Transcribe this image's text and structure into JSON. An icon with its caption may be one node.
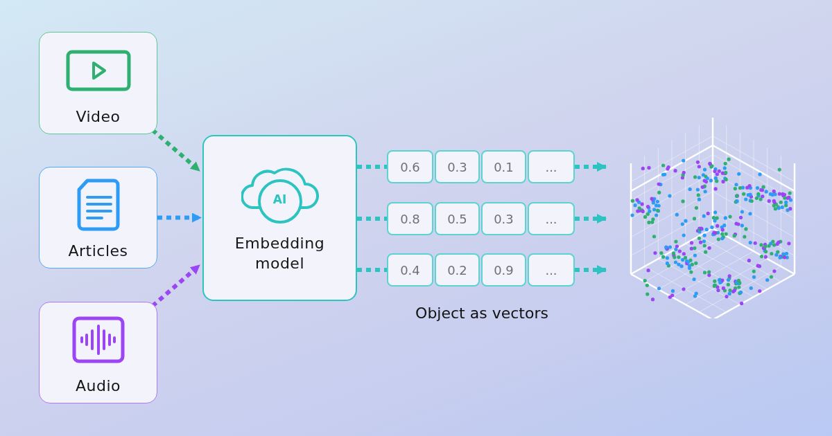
{
  "diagram": {
    "nodes": [
      {
        "text": [
          "Video"
        ]
      },
      {
        "text": [
          "Articles"
        ]
      },
      {
        "text": [
          "Audio"
        ]
      },
      {
        "text": [
          "AI",
          "Embedding model"
        ]
      },
      {
        "text": [
          "0.6"
        ]
      },
      {
        "text": [
          "0.3"
        ]
      },
      {
        "text": [
          "0.1"
        ]
      },
      {
        "text": [
          "..."
        ]
      },
      {
        "text": [
          "0.8"
        ]
      },
      {
        "text": [
          "0.5"
        ]
      },
      {
        "text": [
          "0.3"
        ]
      },
      {
        "text": [
          "..."
        ]
      },
      {
        "text": [
          "0.4"
        ]
      },
      {
        "text": [
          "0.2"
        ]
      },
      {
        "text": [
          "0.9"
        ]
      },
      {
        "text": [
          "..."
        ]
      },
      {
        "text": [],
        "shape": "picture"
      }
    ],
    "edges": [
      {
        "from": 0,
        "to": 3,
        "arrow": "to",
        "style": "dashed",
        "color": "#2fb070"
      },
      {
        "from": 1,
        "to": 3,
        "arrow": "to",
        "style": "dashed",
        "color": "#2e9cf5"
      },
      {
        "from": 2,
        "to": 3,
        "arrow": "to",
        "style": "dashed",
        "color": "#9b45f5"
      },
      {
        "from": 3,
        "to": 4,
        "arrow": "none",
        "style": "dashed"
      },
      {
        "from": 3,
        "to": 8,
        "arrow": "none",
        "style": "dashed"
      },
      {
        "from": 3,
        "to": 12,
        "arrow": "none",
        "style": "dashed"
      },
      {
        "from": 7,
        "to": 16,
        "arrow": "to",
        "style": "dashed"
      },
      {
        "from": 11,
        "to": 16,
        "arrow": "to",
        "style": "dashed"
      },
      {
        "from": 15,
        "to": 16,
        "arrow": "to",
        "style": "dashed"
      }
    ],
    "labels": [
      "Object as vectors"
    ]
  }
}
